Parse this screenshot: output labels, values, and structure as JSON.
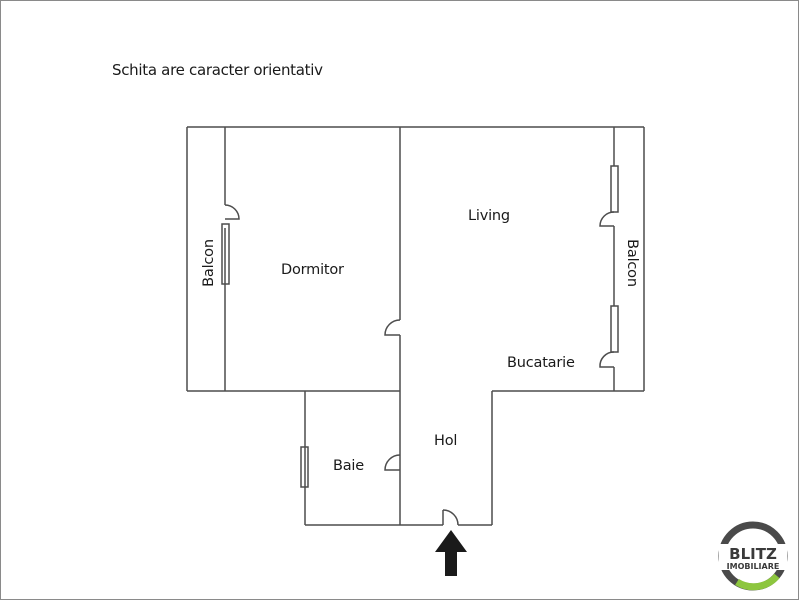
{
  "note": "Schita are caracter orientativ",
  "rooms": {
    "balcon_left": "Balcon",
    "dormitor": "Dormitor",
    "living": "Living",
    "balcon_right": "Balcon",
    "bucatarie": "Bucatarie",
    "baie": "Baie",
    "hol": "Hol"
  },
  "entrance": {
    "icon": "arrow-up-icon"
  },
  "logo": {
    "line1": "BLITZ",
    "line2": "IMOBILIARE",
    "ring_color": "#4a4a4a",
    "accent_color": "#8dc63f"
  },
  "colors": {
    "wall": "#4d4d4d",
    "text": "#1a1a1a"
  }
}
